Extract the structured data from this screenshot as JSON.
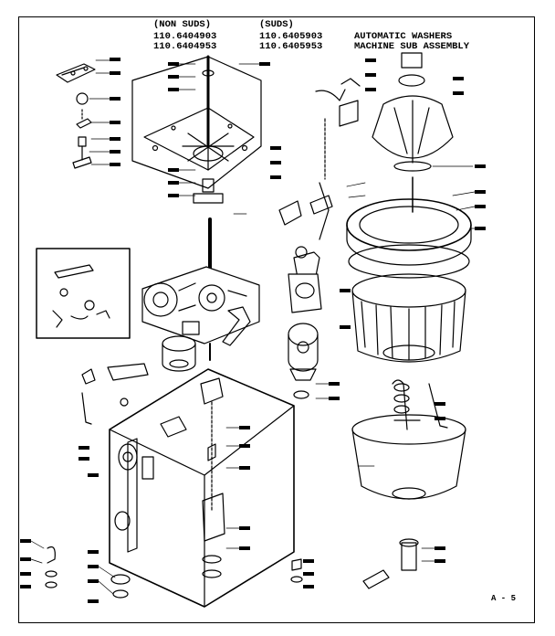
{
  "header": {
    "col1": {
      "heading": "(NON SUDS)",
      "model_a": "110.6404903",
      "model_b": "110.6404953"
    },
    "col2": {
      "heading": "(SUDS)",
      "model_a": "110.6405903",
      "model_b": "110.6405953"
    },
    "title_line1": "AUTOMATIC WASHERS",
    "title_line2": "MACHINE SUB ASSEMBLY"
  },
  "footer": {
    "page": "A - 5"
  },
  "colors": {
    "ink": "#000000",
    "paper": "#ffffff"
  }
}
